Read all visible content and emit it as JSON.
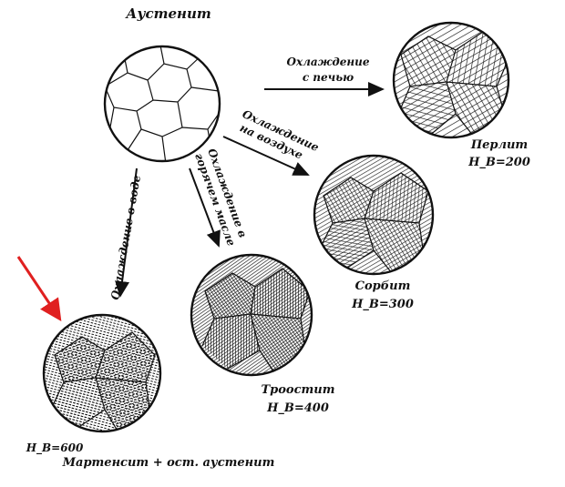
{
  "title": "Аустенит",
  "arrows": {
    "furnace": "Охлаждение с печью",
    "furnace_line1": "Охлаждение",
    "furnace_line2": "с печью",
    "air_line1": "Охлаждение",
    "air_line2": "на воздухе",
    "oil_line1": "Охлаждение в",
    "oil_line2": "горячем масле",
    "water": "Охлаждение в воде"
  },
  "structures": {
    "perlite": {
      "name": "Перлит",
      "hardness": "H_B=200"
    },
    "sorbite": {
      "name": "Сорбит",
      "hardness": "H_B=300"
    },
    "troostite": {
      "name": "Троостит",
      "hardness": "H_B=400"
    },
    "martensite": {
      "name": "Мартенсит + ост. аустенит",
      "hardness": "H_B=600"
    }
  },
  "colors": {
    "ink": "#111111",
    "pointer": "#e02020",
    "background": "#ffffff"
  },
  "icons": {
    "pointer": "red-arrow-icon"
  }
}
